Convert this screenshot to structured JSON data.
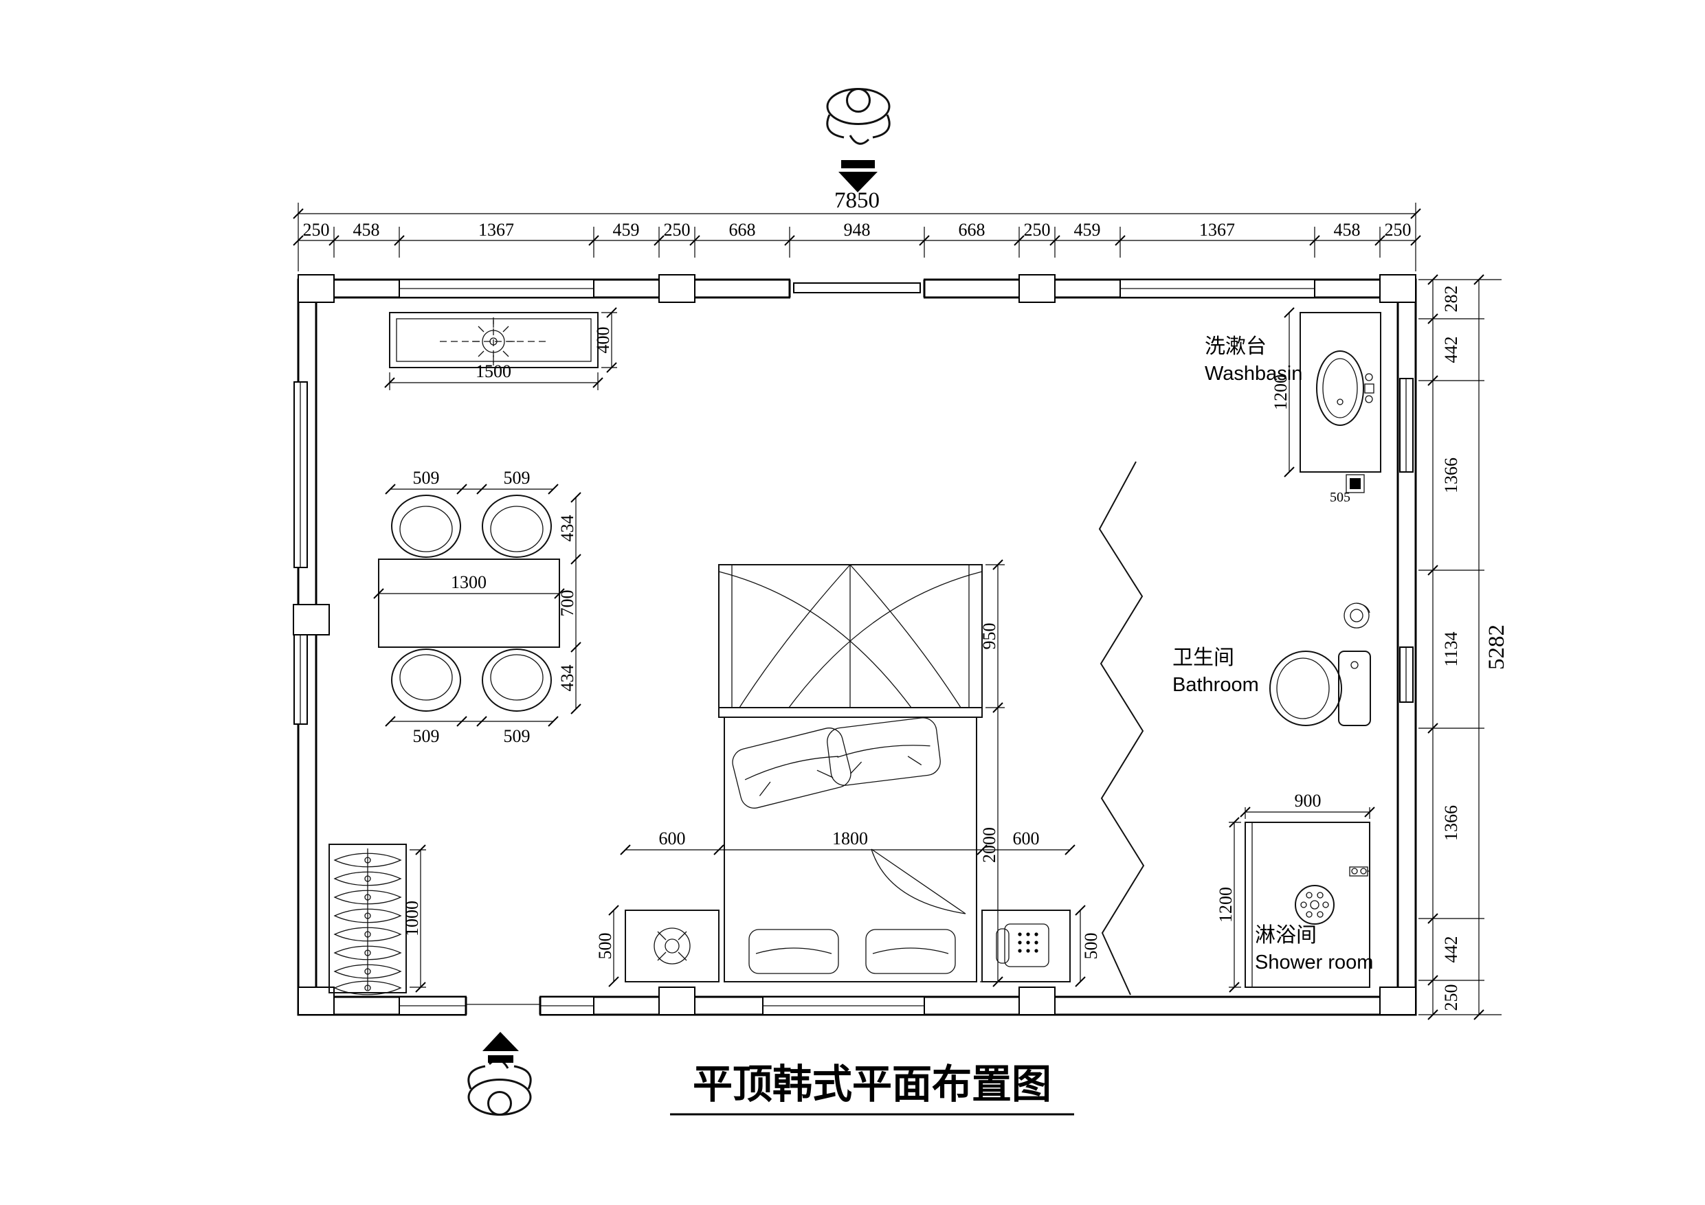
{
  "title": "平顶韩式平面布置图",
  "colors": {
    "ink": "#000000",
    "background": "#ffffff"
  },
  "labels": {
    "washbasin_zh": "洗漱台",
    "washbasin_en": "Washbasin",
    "bathroom_zh": "卫生间",
    "bathroom_en": "Bathroom",
    "shower_zh": "淋浴间",
    "shower_en": "Shower room"
  },
  "dims": {
    "top_total": "7850",
    "top_segments": [
      "250",
      "458",
      "1367",
      "459",
      "250",
      "668",
      "948",
      "668",
      "250",
      "459",
      "1367",
      "458",
      "250"
    ],
    "right_total": "5282",
    "right_segments": [
      "282",
      "442",
      "1366",
      "1134",
      "1366",
      "442",
      "250"
    ],
    "light_w": "1500",
    "light_h": "400",
    "table_w": "1300",
    "chair_top_1": "509",
    "chair_top_2": "509",
    "chair_bottom_1": "509",
    "chair_bottom_2": "509",
    "chair_side_1": "434",
    "chair_side_2": "700",
    "chair_side_3": "434",
    "wardrobe_h": "1000",
    "bed_head": "950",
    "bed_len": "2000",
    "bed_left": "600",
    "bed_w": "1800",
    "bed_right": "600",
    "ns_left": "500",
    "ns_right": "500",
    "basin_d": "1200",
    "basin_drain": "505",
    "shower_w": "900",
    "shower_d": "1200"
  }
}
